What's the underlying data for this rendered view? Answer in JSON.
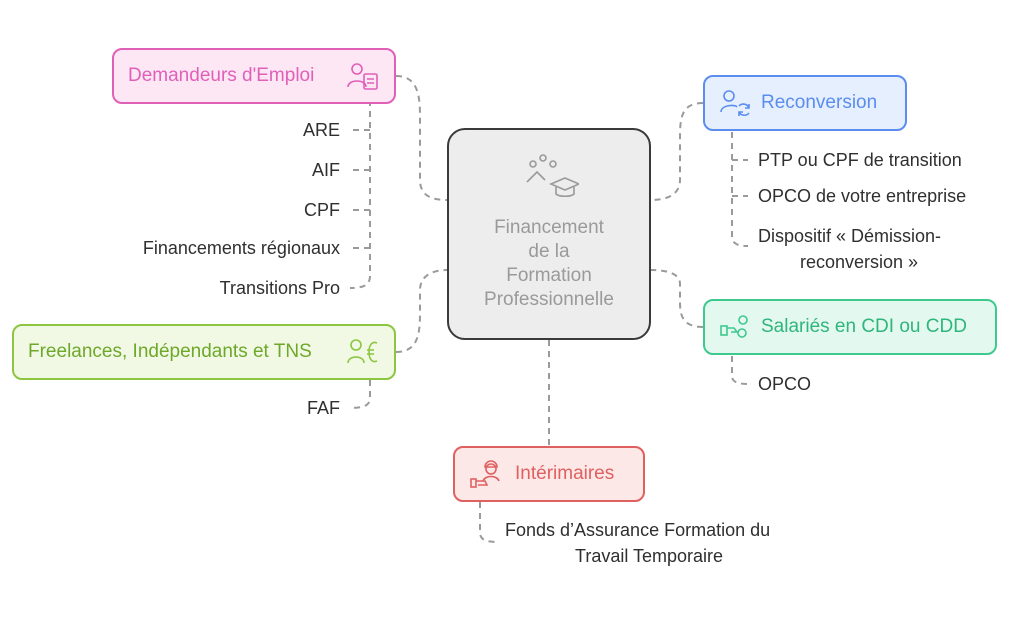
{
  "center": {
    "title_lines": [
      "Financement",
      "de la",
      "Formation",
      "Professionnelle"
    ],
    "icon": "graduation-cap-icon"
  },
  "branches": {
    "demandeurs": {
      "label": "Demandeurs d'Emploi",
      "color": "#e060b8",
      "icon": "person-document-icon",
      "items": [
        "ARE",
        "AIF",
        "CPF",
        "Financements régionaux",
        "Transitions Pro"
      ]
    },
    "freelances": {
      "label": "Freelances, Indépendants et TNS",
      "color": "#8cc63f",
      "icon": "person-euro-icon",
      "items": [
        "FAF"
      ]
    },
    "reconversion": {
      "label": "Reconversion",
      "color": "#5b8def",
      "icon": "person-refresh-icon",
      "items": [
        "PTP ou CPF de transition",
        "OPCO de votre entreprise",
        "Dispositif « Démission-",
        "reconversion »"
      ]
    },
    "salaries": {
      "label": "Salariés en CDI ou CDD",
      "color": "#3ec98e",
      "icon": "hand-people-icon",
      "items": [
        "OPCO"
      ]
    },
    "interimaires": {
      "label": "Intérimaires",
      "color": "#e06060",
      "icon": "worker-hand-icon",
      "items": [
        "Fonds d’Assurance Formation du",
        "Travail Temporaire"
      ]
    }
  }
}
